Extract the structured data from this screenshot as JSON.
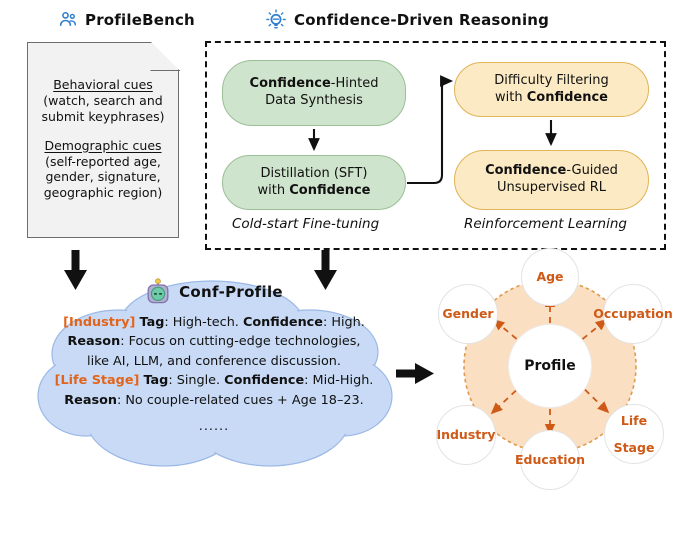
{
  "headers": {
    "profilebench": {
      "icon": "users-icon",
      "label": "ProfileBench",
      "icon_color": "#2f7fd0"
    },
    "confidence_driven": {
      "icon": "lightbulb-idea-icon",
      "label": "Confidence-Driven Reasoning",
      "icon_color": "#2f7fd0"
    }
  },
  "cues_card": {
    "behavioral": {
      "title": "Behavioral cues",
      "lines": [
        "(watch, search and",
        "submit keyphrases)"
      ]
    },
    "demographic": {
      "title": "Demographic cues",
      "lines": [
        "(self-reported age,",
        "gender, signature,",
        "geographic region)"
      ]
    }
  },
  "framework": {
    "boxes": [
      {
        "id": "confidence-hinted-data-synthesis",
        "color": "green",
        "lines": [
          [
            "Confidence",
            "-Hinted"
          ],
          [
            "Data Synthesis"
          ]
        ]
      },
      {
        "id": "distillation-sft-with-confidence",
        "color": "green",
        "lines": [
          [
            "Distillation (SFT)"
          ],
          [
            "with ",
            "Confidence"
          ]
        ]
      },
      {
        "id": "difficulty-filtering-with-confidence",
        "color": "yellow",
        "lines": [
          [
            "Difficulty Filtering"
          ],
          [
            "with ",
            "Confidence"
          ]
        ]
      },
      {
        "id": "confidence-guided-unsupervised-rl",
        "color": "yellow",
        "lines": [
          [
            "Confidence",
            "-Guided"
          ],
          [
            "Unsupervised RL"
          ]
        ]
      }
    ],
    "captions": {
      "cold_start": "Cold-start Fine-tuning",
      "reinforcement": "Reinforcement Learning"
    },
    "box_text": {
      "synthesis_bold": "Confidence",
      "synthesis_rest": "-Hinted",
      "synthesis_line2": "Data Synthesis",
      "distill_line1": "Distillation (SFT)",
      "distill_line2_pre": "with ",
      "distill_line2_bold": "Confidence",
      "filter_line1": "Difficulty Filtering",
      "filter_line2_pre": "with ",
      "filter_line2_bold": "Confidence",
      "rl_line1_bold": "Confidence",
      "rl_line1_rest": "-Guided",
      "rl_line2": "Unsupervised RL"
    },
    "colors": {
      "green_fill": "#cfe4cc",
      "green_stroke": "#9bbf96",
      "yellow_fill": "#fbeac3",
      "yellow_stroke": "#e0b457"
    }
  },
  "cloud": {
    "icon": "robot-icon",
    "title": "Conf-Profile",
    "fill": "#c8daf5",
    "stroke": "#8fb2e0",
    "entries": [
      {
        "tag_label": "[Industry]",
        "line1_key1": "Tag",
        "line1_val1": ": High-tech. ",
        "line1_key2": "Confidence",
        "line1_val2": ": High.",
        "reason_key": "Reason",
        "reason_text": ": Focus on cutting-edge technologies,",
        "reason_text2": "like AI, LLM, and conference discussion."
      },
      {
        "tag_label": "[Life Stage]",
        "line1_key1": "Tag",
        "line1_val1": ": Single. ",
        "line1_key2": "Confidence",
        "line1_val2": ": Mid-High.",
        "reason_key": "Reason",
        "reason_text": ": No couple-related cues + Age 18–23."
      }
    ],
    "ellipsis": "......"
  },
  "wheel": {
    "center": "Profile",
    "disc_fill": "#fadfc2",
    "disc_stroke": "#e09a4e",
    "arrow_color": "#cf5a17",
    "label_color": "#cf5a17",
    "nodes": [
      {
        "id": "age",
        "label": "Age"
      },
      {
        "id": "occupation",
        "label": "Occupation"
      },
      {
        "id": "life-stage",
        "label": [
          "Life",
          "Stage"
        ]
      },
      {
        "id": "education",
        "label": "Education"
      },
      {
        "id": "industry",
        "label": "Industry"
      },
      {
        "id": "gender",
        "label": "Gender"
      }
    ]
  },
  "arrows": {
    "down_left": "down-arrow",
    "down_right": "down-arrow",
    "right": "right-arrow",
    "flow_synth_to_distill": "down-arrow",
    "flow_distill_to_filter": "elbow-arrow",
    "flow_filter_to_rl": "down-arrow"
  }
}
